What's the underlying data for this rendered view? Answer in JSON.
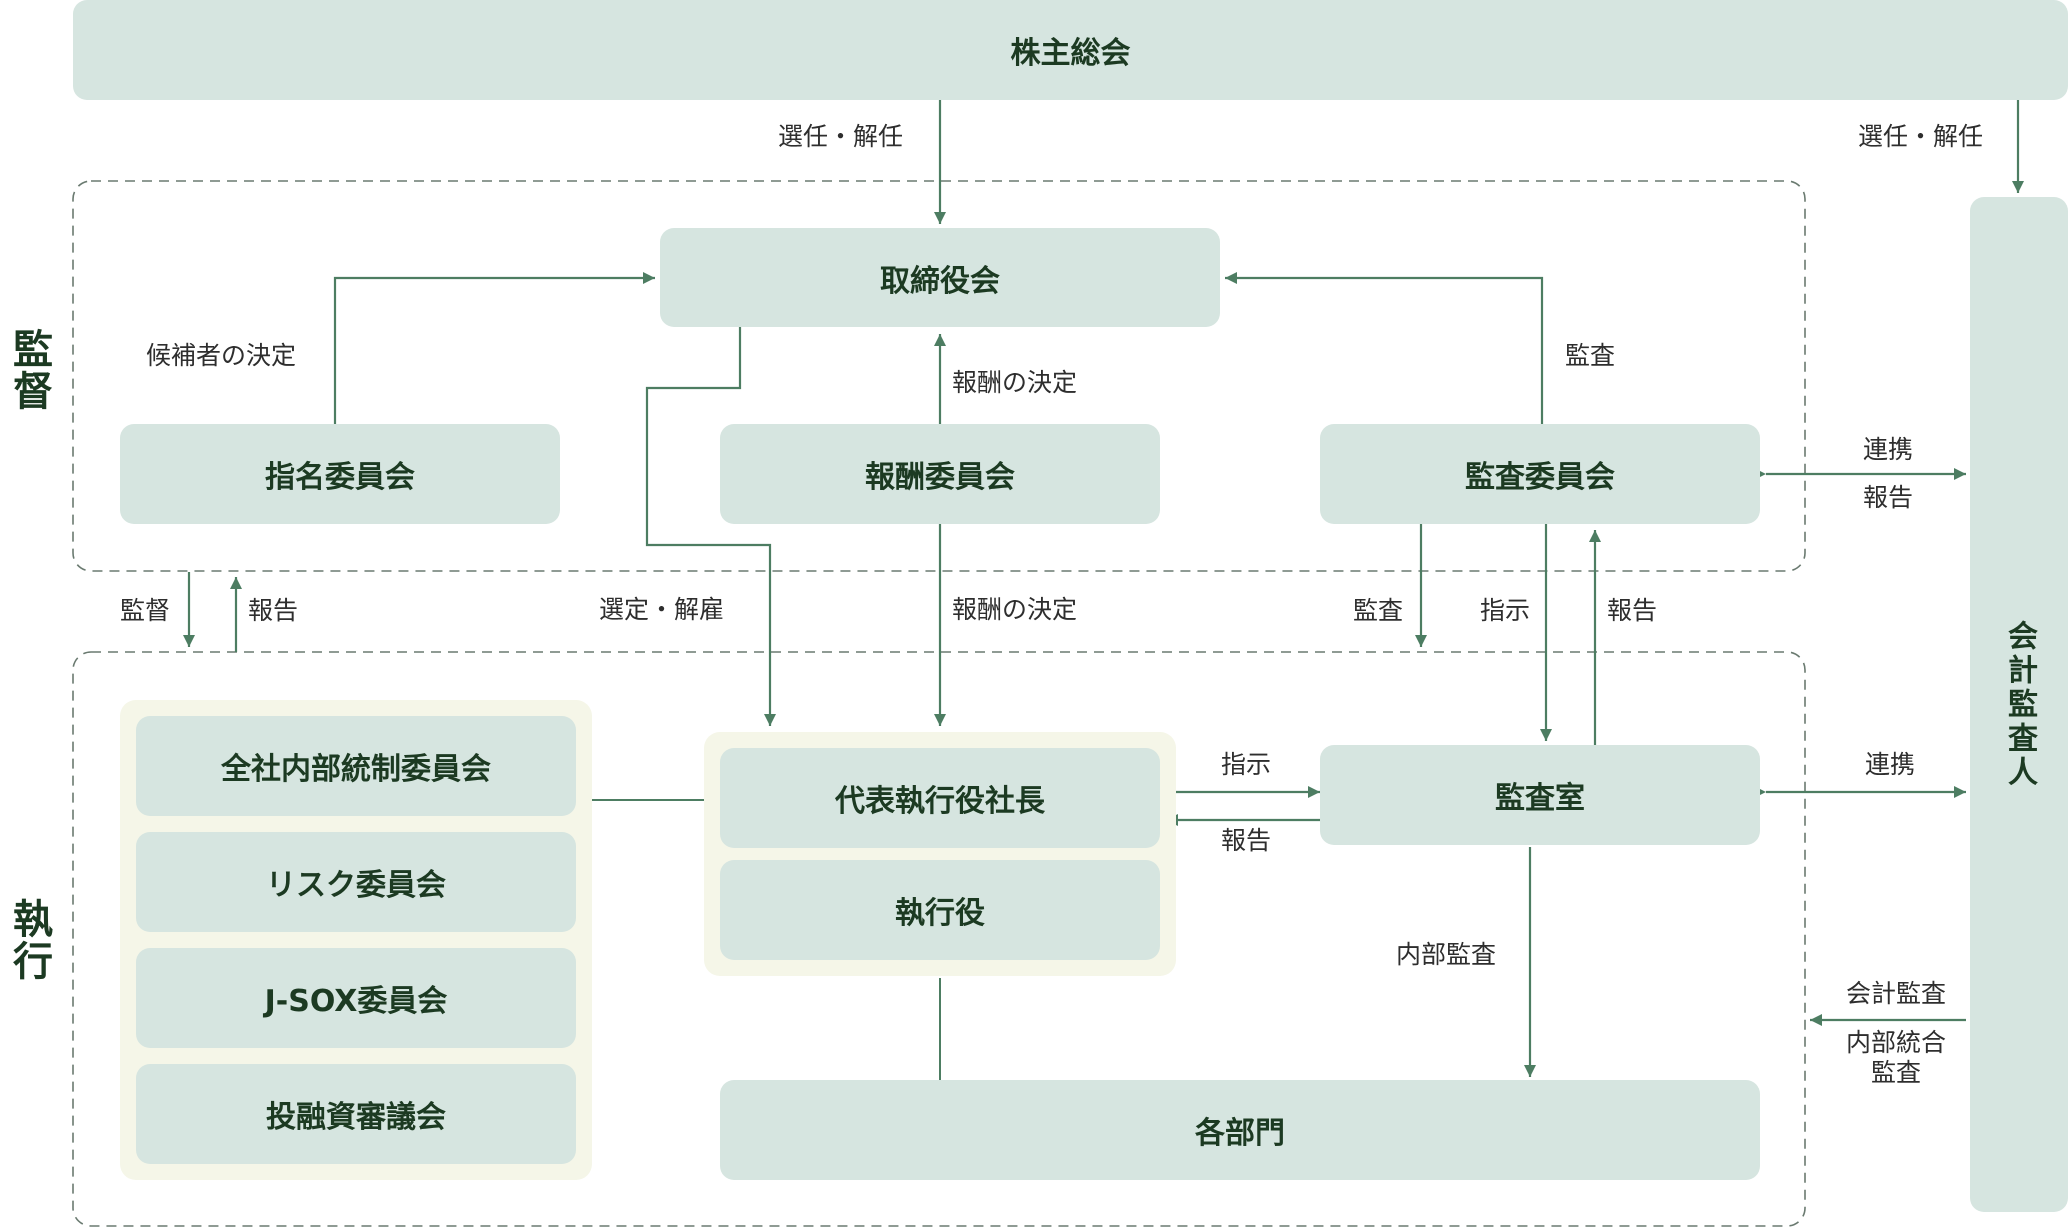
{
  "boxes": {
    "shareholders": "株主総会",
    "board": "取締役会",
    "nomination": "指名委員会",
    "compensation": "報酬委員会",
    "audit_committee": "監査委員会",
    "accounting_auditor": "会計監査人",
    "internal_control_committee": "全社内部統制委員会",
    "risk_committee": "リスク委員会",
    "jsox_committee": "J-SOX委員会",
    "investment_committee": "投融資審議会",
    "president": "代表執行役社長",
    "executive_officers": "執行役",
    "audit_office": "監査室",
    "departments": "各部門"
  },
  "sections": {
    "supervision": "監督",
    "execution": "執行"
  },
  "labels": {
    "elect_dismiss_board": "選任・解任",
    "elect_dismiss_auditor": "選任・解任",
    "candidate_decision": "候補者の決定",
    "compensation_decision_up": "報酬の決定",
    "audit_board": "監査",
    "cooperation_top": "連携",
    "report_top": "報告",
    "supervise": "監督",
    "report_left": "報告",
    "select_dismiss": "選定・解雇",
    "compensation_decision_down": "報酬の決定",
    "audit_down": "監査",
    "instruct_down": "指示",
    "report_up": "報告",
    "instruct_right": "指示",
    "report_back": "報告",
    "cooperation_mid": "連携",
    "internal_audit": "内部監査",
    "accounting_audit": "会計監査",
    "internal_integrated_audit": "内部統合\n監査"
  }
}
